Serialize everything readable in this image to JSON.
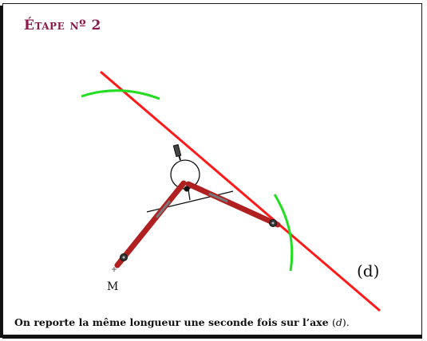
{
  "title": "Étape nº 2",
  "caption": {
    "text": "On reporte la même longueur une seconde fois sur l’axe ",
    "math_open": "(",
    "math_var": "d",
    "math_close": ").",
    "full": "On reporte la même longueur une seconde fois sur l’axe (d)."
  },
  "labels": {
    "line": "(d)",
    "point": "M"
  },
  "colors": {
    "axis_line": "#ff1a1a",
    "arcs": "#22dd22",
    "compass_arms": "#b02020",
    "title": "#8b1a4a"
  }
}
